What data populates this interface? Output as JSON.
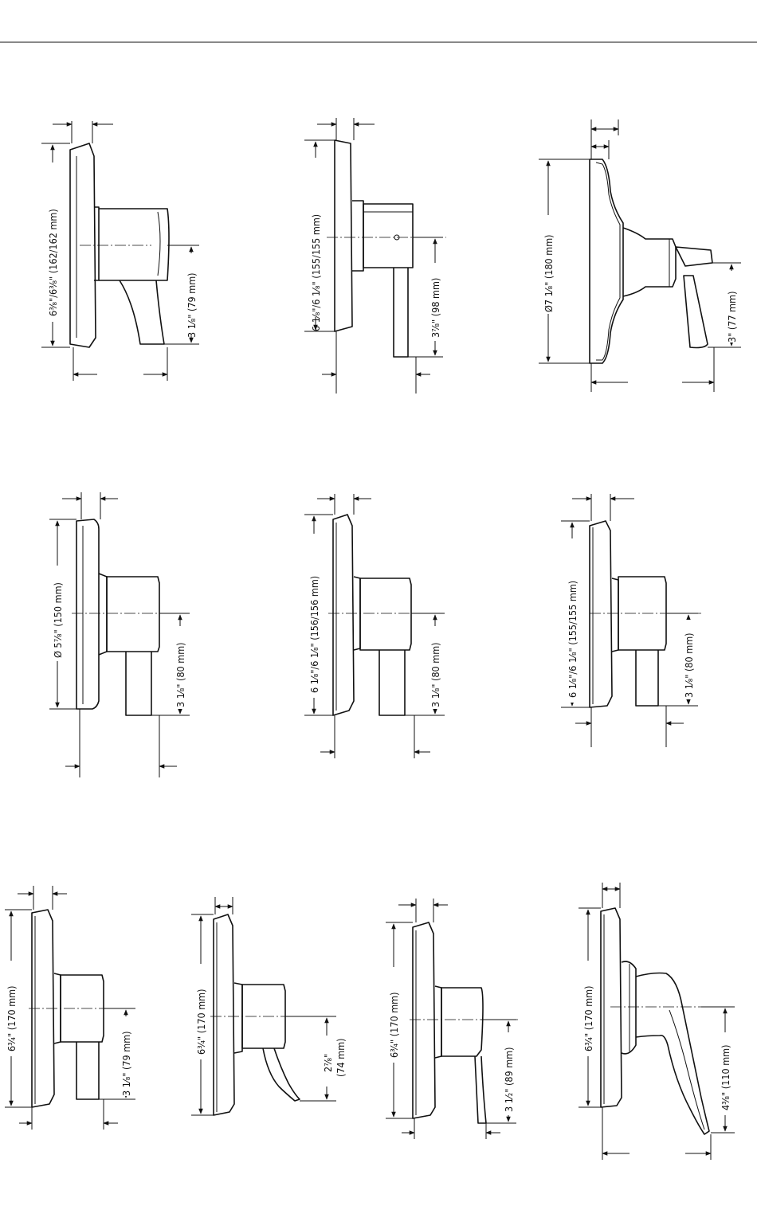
{
  "page": {
    "rule_color": "#111111"
  },
  "drawings": [
    {
      "id": "d1",
      "height_dim": "6³⁄₈\"/6³⁄₈\" (162/162 mm)",
      "depth_dim": "3 1⁄₈\" (79 mm)"
    },
    {
      "id": "d2",
      "height_dim": "6 1⁄₈\"/6 1⁄₈\" (155/155 mm)",
      "depth_dim": "3⁷⁄₈\" (98 mm)"
    },
    {
      "id": "d3",
      "height_dim": "Ø7 1⁄₈\" (180 mm)",
      "depth_dim": "3\" (77 mm)"
    },
    {
      "id": "d4",
      "height_dim": "Ø 5⁷⁄₈\" (150 mm)",
      "depth_dim": "3 1⁄₈\" (80 mm)"
    },
    {
      "id": "d5",
      "height_dim": "6 1⁄₈\"/6 1⁄₈\" (156/156 mm)",
      "depth_dim": "3 1⁄₈\" (80 mm)"
    },
    {
      "id": "d6",
      "height_dim": "6 1⁄₈\"/6 1⁄₈\" (155/155 mm)",
      "depth_dim": "3 1⁄₈\" (80 mm)"
    },
    {
      "id": "d7",
      "height_dim": "6³⁄₄\" (170 mm)",
      "depth_dim": "3 1⁄₈\" (79 mm)"
    },
    {
      "id": "d8",
      "height_dim": "6³⁄₄\" (170 mm)",
      "depth_dim_line1": "2⁷⁄₈\"",
      "depth_dim_line2": "(74 mm)"
    },
    {
      "id": "d9",
      "height_dim": "6³⁄₄\" (170 mm)",
      "depth_dim": "3 1⁄₂\" (89 mm)"
    },
    {
      "id": "d10",
      "height_dim": "6³⁄₄\" (170 mm)",
      "depth_dim": "4³⁄₈\" (110 mm)"
    }
  ]
}
